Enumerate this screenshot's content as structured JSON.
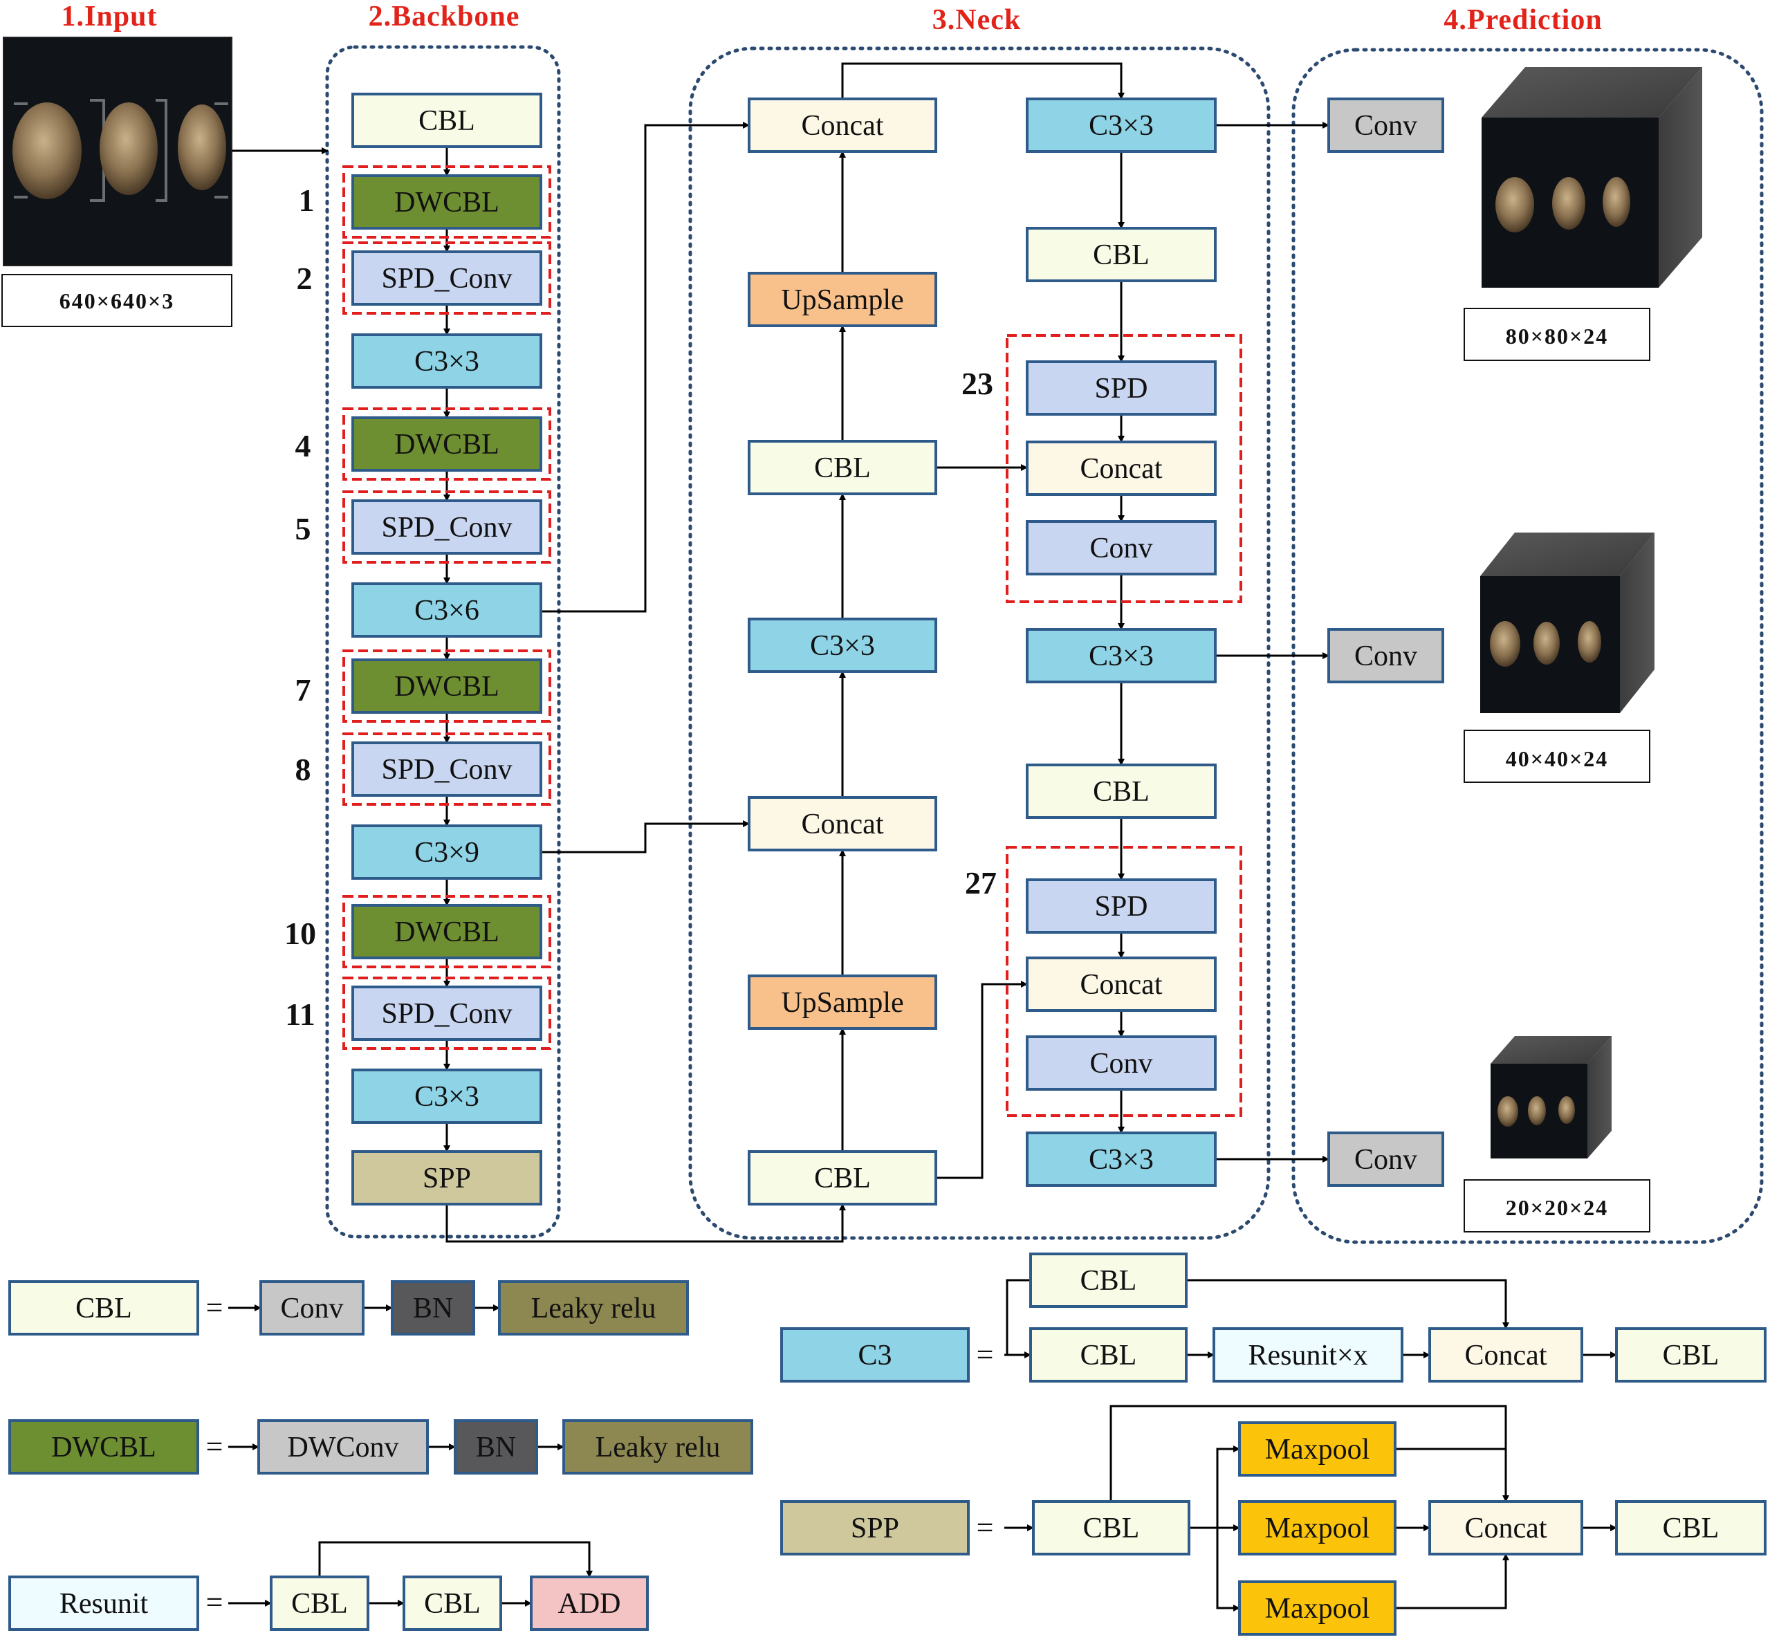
{
  "colors": {
    "cbl": "#f8fbe6",
    "dwcbl": "#6e8e32",
    "spd": "#c9d6f1",
    "c3": "#8fd3e6",
    "spp": "#d0c89d",
    "concat": "#fdf7e6",
    "upsample": "#f8c08b",
    "conv": "#c7c7c7",
    "bn": "#58585a",
    "leaky": "#8d8751",
    "resunit": "#eefcff",
    "add": "#f4c3c3",
    "maxpool": "#fcc30b",
    "box_border": "#2f5b8a",
    "red_dash": "#e01e1e",
    "blue_dotted": "#2c4a70"
  },
  "sections": {
    "input": "1.Input",
    "backbone": "2.Backbone",
    "neck": "3.Neck",
    "prediction": "4.Prediction"
  },
  "input": {
    "dims": "640×640×3"
  },
  "backbone": {
    "layers": [
      "CBL",
      "DWCBL",
      "SPD_Conv",
      "C3×3",
      "DWCBL",
      "SPD_Conv",
      "C3×6",
      "DWCBL",
      "SPD_Conv",
      "C3×9",
      "DWCBL",
      "SPD_Conv",
      "C3×3",
      "SPP"
    ],
    "layer_numbers": [
      "1",
      "2",
      "4",
      "5",
      "7",
      "8",
      "10",
      "11"
    ]
  },
  "neck": {
    "left_column": [
      "Concat",
      "UpSample",
      "CBL",
      "C3×3",
      "Concat",
      "UpSample",
      "CBL"
    ],
    "right_column": [
      "C3×3",
      "CBL",
      "SPD",
      "Concat",
      "Conv",
      "C3×3",
      "CBL",
      "SPD",
      "Concat",
      "Conv",
      "C3×3"
    ],
    "block_numbers": [
      "23",
      "27"
    ]
  },
  "prediction": {
    "heads": [
      {
        "label": "Conv",
        "dims": "80×80×24"
      },
      {
        "label": "Conv",
        "dims": "40×40×24"
      },
      {
        "label": "Conv",
        "dims": "20×20×24"
      }
    ]
  },
  "legend": {
    "equals": "=",
    "cbl": {
      "name": "CBL",
      "parts": [
        "Conv",
        "BN",
        "Leaky relu"
      ]
    },
    "dwcbl": {
      "name": "DWCBL",
      "parts": [
        "DWConv",
        "BN",
        "Leaky relu"
      ]
    },
    "resunit": {
      "name": "Resunit",
      "parts": [
        "CBL",
        "CBL",
        "ADD"
      ]
    },
    "c3": {
      "name": "C3",
      "parts": [
        "CBL",
        "CBL",
        "Resunit×x",
        "Concat",
        "CBL"
      ]
    },
    "spp": {
      "name": "SPP",
      "parts": [
        "CBL",
        "Maxpool",
        "Maxpool",
        "Maxpool",
        "Concat",
        "CBL"
      ]
    }
  }
}
